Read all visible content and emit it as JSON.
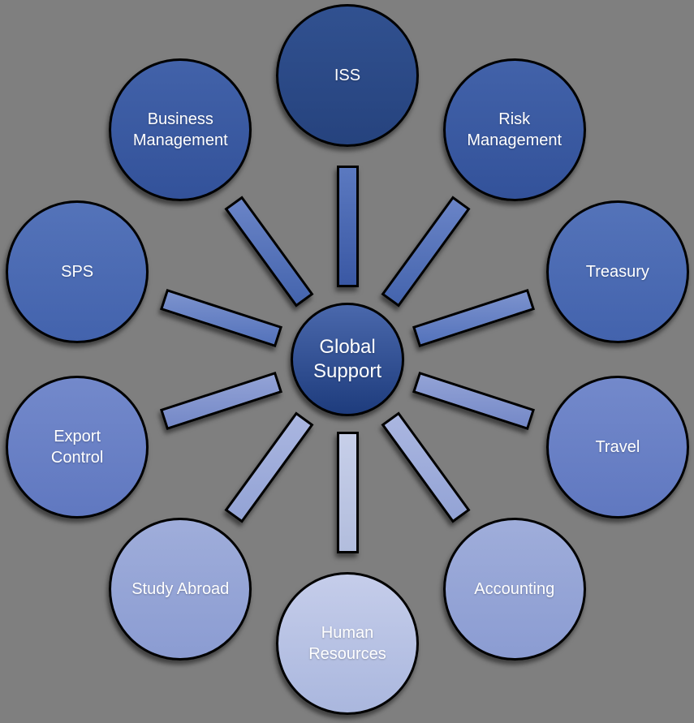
{
  "background_color": "#7f7f7f",
  "center": {
    "label": "Global\nSupport",
    "color_top": "#4a68ac",
    "color_bottom": "#1e3c7d"
  },
  "nodes": [
    {
      "label": "ISS",
      "circle_top": "#315190",
      "circle_bottom": "#26437e",
      "spoke_top": "#5b79c0",
      "spoke_bottom": "#3a58a4"
    },
    {
      "label": "Risk\nManagement",
      "circle_top": "#4262a9",
      "circle_bottom": "#33529a",
      "spoke_top": "#6a84c7",
      "spoke_bottom": "#4464ad"
    },
    {
      "label": "Treasury",
      "circle_top": "#5473b9",
      "circle_bottom": "#4363ad",
      "spoke_top": "#7d93ce",
      "spoke_bottom": "#5372bb"
    },
    {
      "label": "Travel",
      "circle_top": "#7389cb",
      "circle_bottom": "#6078c0",
      "spoke_top": "#93a3d6",
      "spoke_bottom": "#7488c7"
    },
    {
      "label": "Accounting",
      "circle_top": "#9fadda",
      "circle_bottom": "#8b9cd2",
      "spoke_top": "#aab6e0",
      "spoke_bottom": "#93a3d5"
    },
    {
      "label": "Human\nResources",
      "circle_top": "#c5cdea",
      "circle_bottom": "#aab7de",
      "spoke_top": "#c7cfe9",
      "spoke_bottom": "#b2bddd"
    },
    {
      "label": "Study Abroad",
      "circle_top": "#9fadda",
      "circle_bottom": "#8b9cd2",
      "spoke_top": "#aab6e0",
      "spoke_bottom": "#93a3d5"
    },
    {
      "label": "Export\nControl",
      "circle_top": "#7389cb",
      "circle_bottom": "#6078c0",
      "spoke_top": "#93a3d6",
      "spoke_bottom": "#7488c7"
    },
    {
      "label": "SPS",
      "circle_top": "#5473b9",
      "circle_bottom": "#4363ad",
      "spoke_top": "#7d93ce",
      "spoke_bottom": "#5372bb"
    },
    {
      "label": "Business\nManagement",
      "circle_top": "#4262a9",
      "circle_bottom": "#33529a",
      "spoke_top": "#6a84c7",
      "spoke_bottom": "#4464ad"
    }
  ]
}
